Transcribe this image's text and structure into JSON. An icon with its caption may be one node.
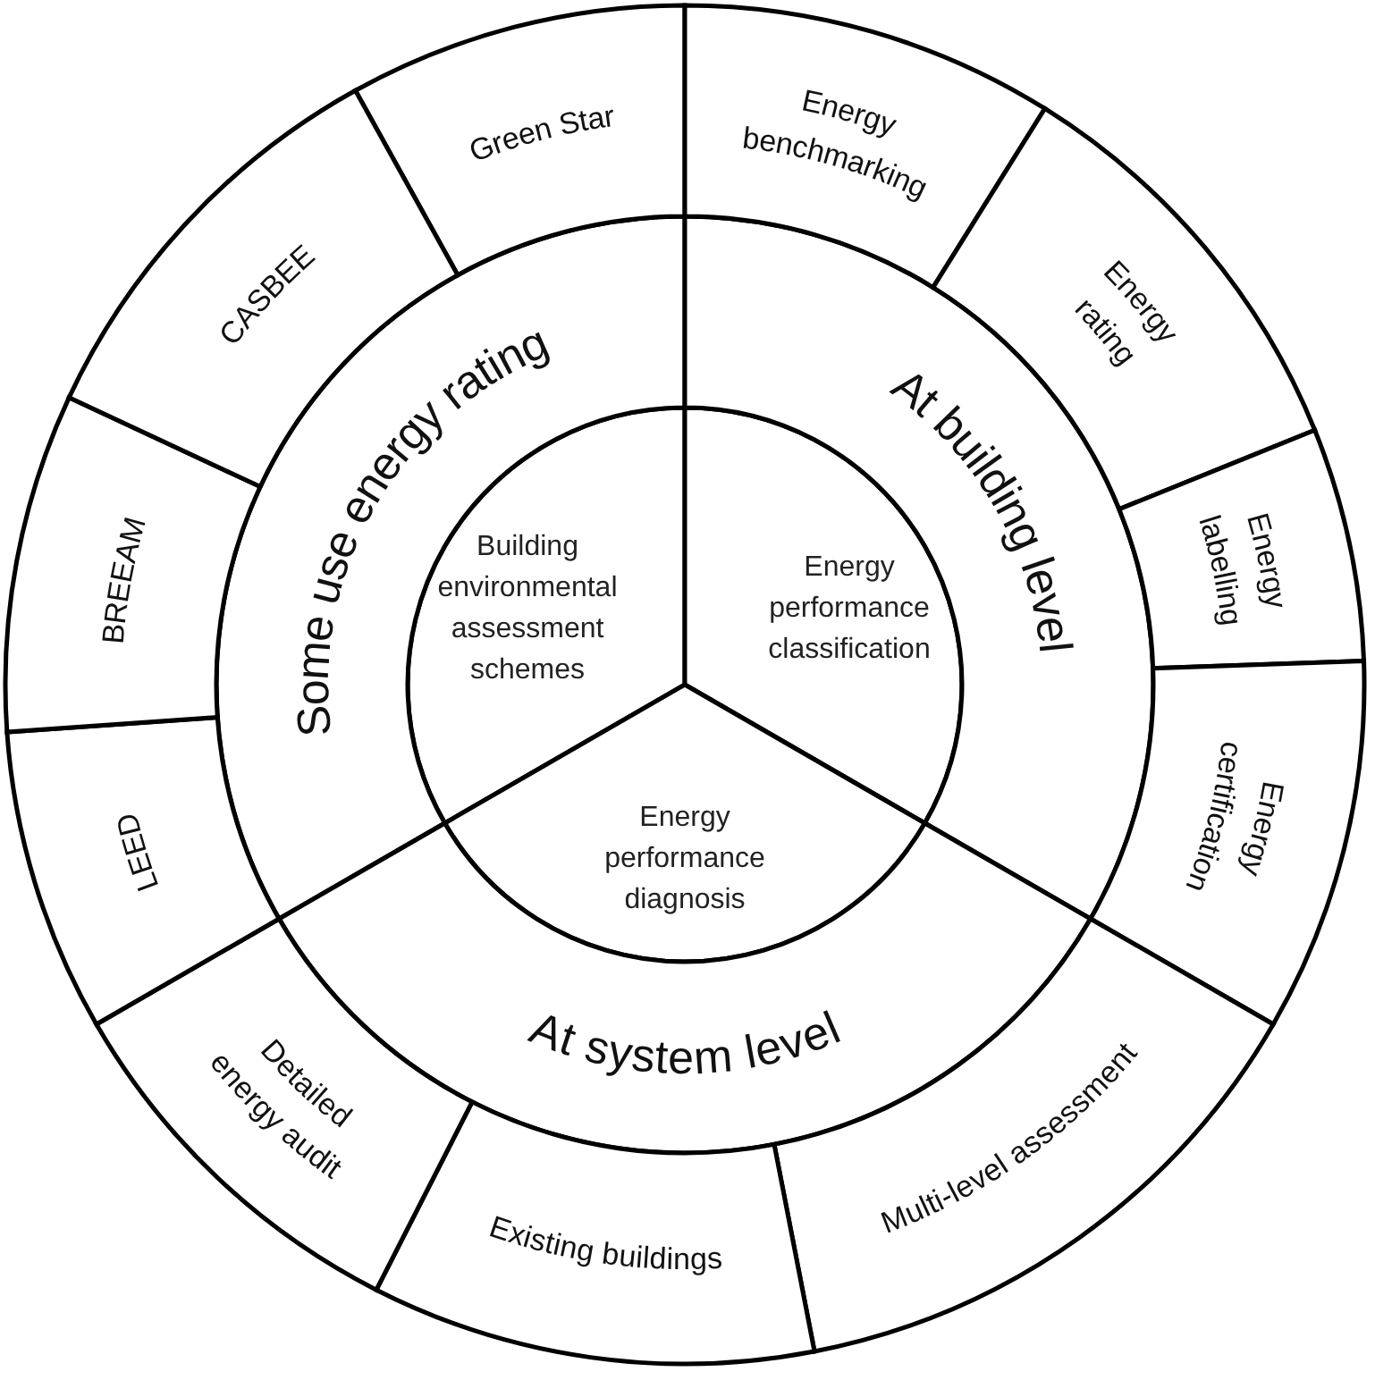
{
  "diagram": {
    "nodes": [
      {
        "text": [
          "Building environmental assessment schemes"
        ]
      },
      {
        "text": [
          "Energy performance classification"
        ]
      },
      {
        "text": [
          "Energy performance diagnosis"
        ]
      },
      {
        "text": [
          "Some use energy rating"
        ]
      },
      {
        "text": [
          "At building level"
        ]
      },
      {
        "text": [
          "At system level"
        ]
      },
      {
        "text": [
          "Green Star"
        ]
      },
      {
        "text": [
          "Energy benchmarking"
        ]
      },
      {
        "text": [
          "Energy rating"
        ]
      },
      {
        "text": [
          "Energy labelling"
        ]
      },
      {
        "text": [
          "Energy certification"
        ]
      },
      {
        "text": [
          "Multi-level assessment"
        ]
      },
      {
        "text": [
          "Existing buildings"
        ]
      },
      {
        "text": [
          "Detailed energy audit"
        ]
      },
      {
        "text": [
          "LEED"
        ]
      },
      {
        "text": [
          "BREEAM"
        ]
      },
      {
        "text": [
          "CASBEE"
        ]
      }
    ]
  }
}
